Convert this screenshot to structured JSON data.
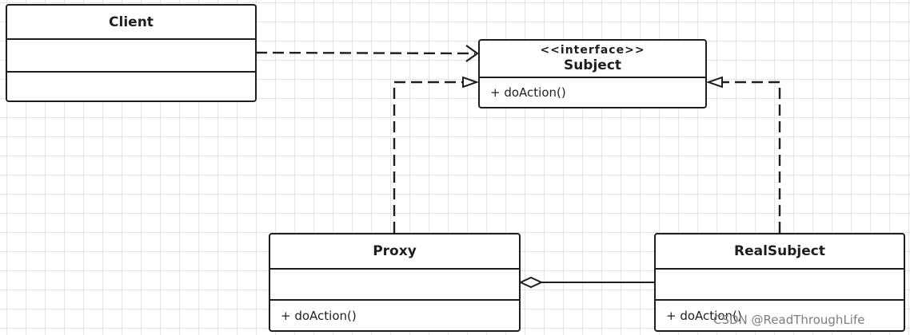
{
  "classes": {
    "client": {
      "name": "Client",
      "attributes": [],
      "methods": []
    },
    "subject": {
      "stereotype": "<<interface>>",
      "name": "Subject",
      "methods": [
        "+ doAction()"
      ]
    },
    "proxy": {
      "name": "Proxy",
      "attributes": [],
      "methods": [
        "+ doAction()"
      ]
    },
    "real_subject": {
      "name": "RealSubject",
      "attributes": [],
      "methods": [
        "+ doAction()"
      ]
    }
  },
  "relationships": [
    {
      "from": "Client",
      "to": "Subject",
      "kind": "dependency"
    },
    {
      "from": "Proxy",
      "to": "Subject",
      "kind": "realization"
    },
    {
      "from": "RealSubject",
      "to": "Subject",
      "kind": "realization"
    },
    {
      "from": "Proxy",
      "to": "RealSubject",
      "kind": "aggregation"
    }
  ],
  "watermark": "CSDN @ReadThroughLife",
  "colors": {
    "line": "#1e1e1e",
    "grid": "#e3e3e3",
    "background": "#ffffff",
    "watermark": "#7d7d7d"
  }
}
